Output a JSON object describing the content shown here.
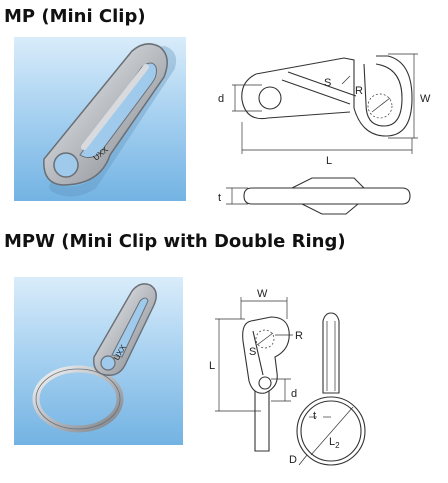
{
  "sections": {
    "mp": {
      "title": "MP (Mini Clip)",
      "photo_stamp": "UXX",
      "dims": {
        "d": "d",
        "s": "S",
        "r": "R",
        "w": "W",
        "l": "L",
        "t": "t"
      }
    },
    "mpw": {
      "title": "MPW (Mini Clip with Double Ring)",
      "photo_stamp": "UXX",
      "dims": {
        "w": "W",
        "r": "R",
        "s": "S",
        "l": "L",
        "d": "d",
        "t": "t",
        "l2": "L",
        "l2_sub": "2",
        "dd": "D"
      }
    }
  },
  "colors": {
    "photo_top": "#d9ecfa",
    "photo_bottom": "#73b3e3",
    "metal": "#c9ccd0",
    "line": "#333333"
  }
}
